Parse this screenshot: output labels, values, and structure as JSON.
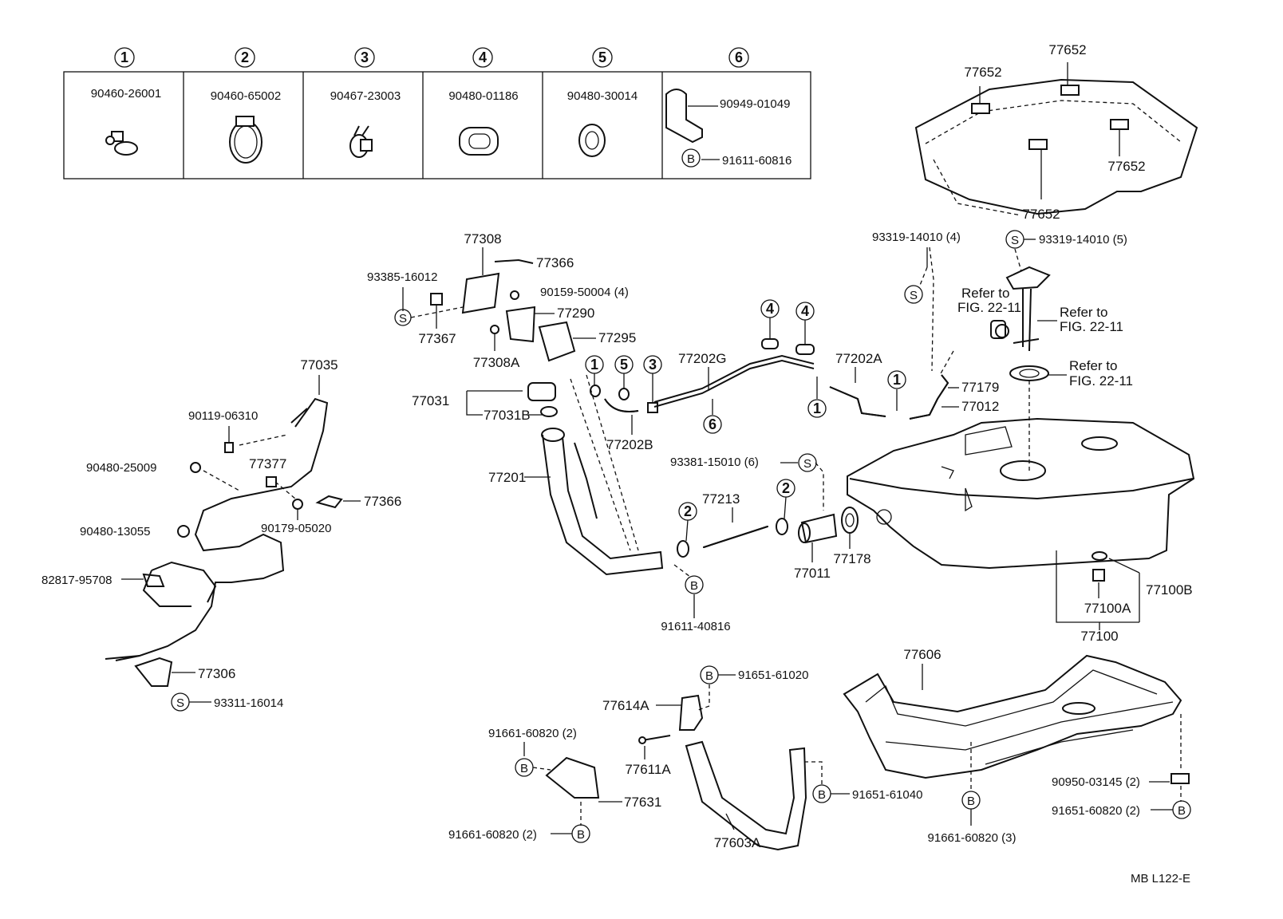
{
  "legend": {
    "cells": [
      {
        "num": "1",
        "part": "90460-26001"
      },
      {
        "num": "2",
        "part": "90460-65002"
      },
      {
        "num": "3",
        "part": "90467-23003"
      },
      {
        "num": "4",
        "part": "90480-01186"
      },
      {
        "num": "5",
        "part": "90480-30014"
      },
      {
        "num": "6",
        "part": "90949-01049",
        "part2": "91611-60816"
      }
    ]
  },
  "tank_top": {
    "labels": [
      "77652",
      "77652",
      "77652",
      "77652"
    ]
  },
  "filler": {
    "l77308": "77308",
    "l77366a": "77366",
    "l93385": "93385-16012",
    "l90159": "90159-50004 (4)",
    "l77290": "77290",
    "l77295": "77295",
    "l77367": "77367",
    "l77308a": "77308A",
    "l77031": "77031",
    "l77031b": "77031B",
    "l77201": "77201",
    "l91611": "91611-40816"
  },
  "hoses": {
    "l77202g": "77202G",
    "l77202b": "77202B",
    "l77202a": "77202A",
    "l93381": "93381-15010 (6)",
    "l77213": "77213",
    "l77011": "77011",
    "l77178": "77178"
  },
  "pump": {
    "l93319a": "93319-14010 (4)",
    "l93319b": "93319-14010 (5)",
    "refer1a": "Refer to",
    "refer1b": "FIG. 22-11",
    "refer2a": "Refer to",
    "refer2b": "FIG. 22-11",
    "refer3a": "Refer to",
    "refer3b": "FIG. 22-11",
    "l77179": "77179",
    "l77012": "77012"
  },
  "tank": {
    "l77100b": "77100B",
    "l77100a": "77100A",
    "l77100": "77100"
  },
  "cable": {
    "l77035": "77035",
    "l90119": "90119-06310",
    "l90480a": "90480-25009",
    "l77377": "77377",
    "l77366": "77366",
    "l90179": "90179-05020",
    "l90480b": "90480-13055",
    "l82817": "82817-95708",
    "l77306": "77306",
    "l93311": "93311-16014"
  },
  "bottom": {
    "l91651a": "91651-61020",
    "l77614a": "77614A",
    "l91661a": "91661-60820 (2)",
    "l77611a": "77611A",
    "l77631": "77631",
    "l91661b": "91661-60820 (2)",
    "l77603a": "77603A",
    "l91651b": "91651-61040",
    "l77606": "77606",
    "l91661c": "91661-60820 (3)",
    "l90950": "90950-03145 (2)",
    "l91651c": "91651-60820 (2)"
  },
  "symbols": {
    "b": "B",
    "s": "S"
  },
  "circled": {
    "c1": "1",
    "c2": "2",
    "c3": "3",
    "c4": "4",
    "c5": "5",
    "c6": "6"
  },
  "footer": "MB  L122-E"
}
